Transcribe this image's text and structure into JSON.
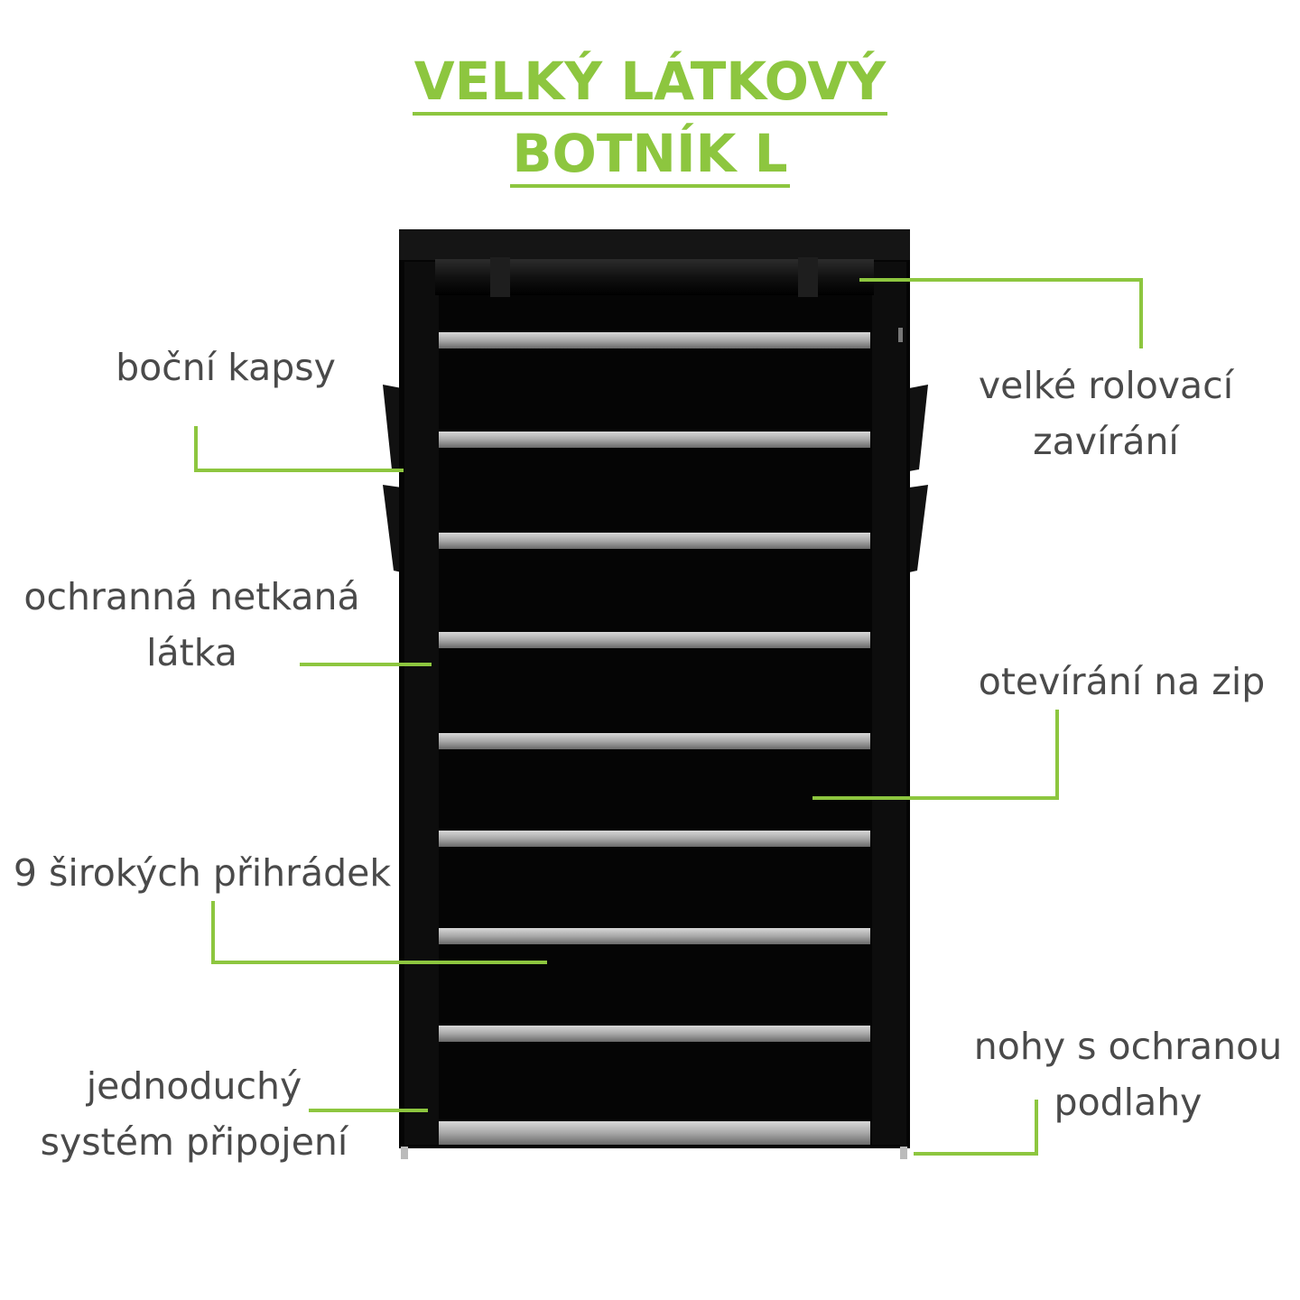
{
  "title": {
    "line1": "VELKÝ LÁTKOVÝ",
    "line2": "BOTNÍK  L"
  },
  "labels": {
    "side_pockets": "boční kapsy",
    "protective_fabric_line1": "ochranná netkaná",
    "protective_fabric_line2": "látka",
    "compartments": "9 širokých přihrádek",
    "connection_line1": "jednoduchý",
    "connection_line2": "systém připojení",
    "roll_closure_line1": "velké rolovací",
    "roll_closure_line2": "zavírání",
    "zip_opening": "otevírání na zip",
    "feet_line1": "nohy s ochranou",
    "feet_line2": "podlahy"
  },
  "product": {
    "color": "#000000",
    "shelf_count": 9,
    "accent_color": "#8dc63f"
  }
}
